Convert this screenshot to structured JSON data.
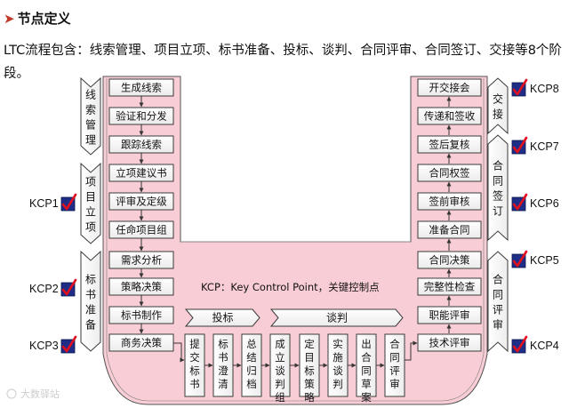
{
  "title": "节点定义",
  "intro": "LTC流程包含：线索管理、项目立项、标书准备、投标、谈判、合同评审、合同签订、交接等8个阶段。",
  "left_stages": [
    {
      "label": "线索管理"
    },
    {
      "label": "项目立项"
    },
    {
      "label": "标书准备"
    }
  ],
  "left_steps": [
    {
      "label": "生成线索"
    },
    {
      "label": "验证和分发"
    },
    {
      "label": "跟踪线索"
    },
    {
      "label": "立项建议书"
    },
    {
      "label": "评审及定级"
    },
    {
      "label": "任命项目组"
    },
    {
      "label": "需求分析"
    },
    {
      "label": "策略决策"
    },
    {
      "label": "标书制作"
    },
    {
      "label": "商务决策"
    }
  ],
  "bottom_steps": [
    {
      "label": "提交标书"
    },
    {
      "label": "标书澄清"
    },
    {
      "label": "总结归档"
    },
    {
      "label": "成立谈判组"
    },
    {
      "label": "定目标策略"
    },
    {
      "label": "实施谈判"
    },
    {
      "label": "出合同草案"
    },
    {
      "label": "合同评审"
    }
  ],
  "middle_stages": [
    {
      "label": "投标"
    },
    {
      "label": "谈判"
    }
  ],
  "right_steps": [
    {
      "label": "开交接会"
    },
    {
      "label": "传递和签收"
    },
    {
      "label": "签后复核"
    },
    {
      "label": "合同权签"
    },
    {
      "label": "签前审核"
    },
    {
      "label": "准备合同"
    },
    {
      "label": "合同决策"
    },
    {
      "label": "完整性检查"
    },
    {
      "label": "职能评审"
    },
    {
      "label": "技术评审"
    }
  ],
  "right_stages": [
    {
      "label": "交接"
    },
    {
      "label": "合同签订"
    },
    {
      "label": "合同评审"
    }
  ],
  "kcp_left": [
    {
      "label": "KCP1"
    },
    {
      "label": "KCP2"
    },
    {
      "label": "KCP3"
    }
  ],
  "kcp_right": [
    {
      "label": "KCP8"
    },
    {
      "label": "KCP7"
    },
    {
      "label": "KCP6"
    },
    {
      "label": "KCP5"
    },
    {
      "label": "KCP4"
    }
  ],
  "kcp_note": "KCP：Key Control Point，关键控制点",
  "watermark": "大数驿站",
  "colors": {
    "pink": "#f8cdd6",
    "box_border": "#3a3a3a",
    "arrow": "#333333",
    "kcp_square": "#1f2d86",
    "check": "#e01020"
  }
}
